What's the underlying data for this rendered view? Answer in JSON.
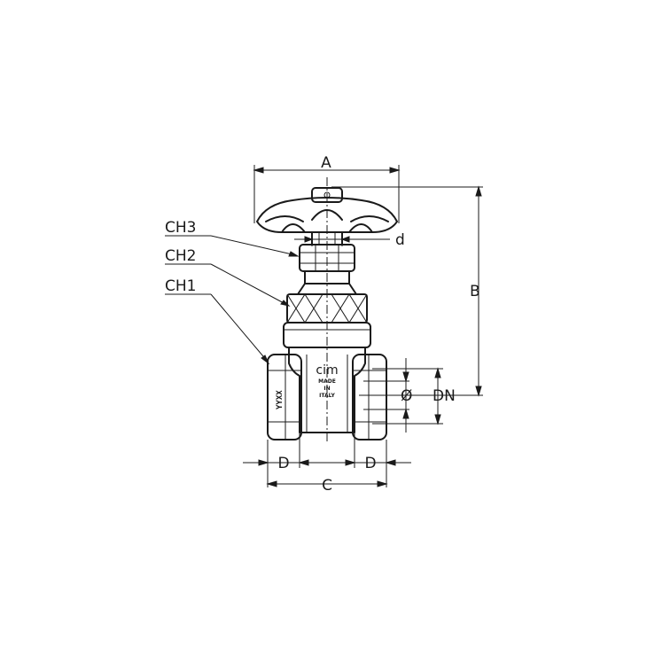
{
  "labels": {
    "A": "A",
    "B": "B",
    "C": "C",
    "D_left": "D",
    "D_right": "D",
    "d": "d",
    "DN": "DN",
    "diameter": "Ø",
    "CH1": "CH1",
    "CH2": "CH2",
    "CH3": "CH3"
  },
  "body_marking": {
    "logo": "cim",
    "line1": "MADE",
    "line2": "IN",
    "line3": "ITALY",
    "side_code": "YYXX"
  },
  "colors": {
    "ink": "#1a1a1a",
    "background": "#ffffff"
  }
}
